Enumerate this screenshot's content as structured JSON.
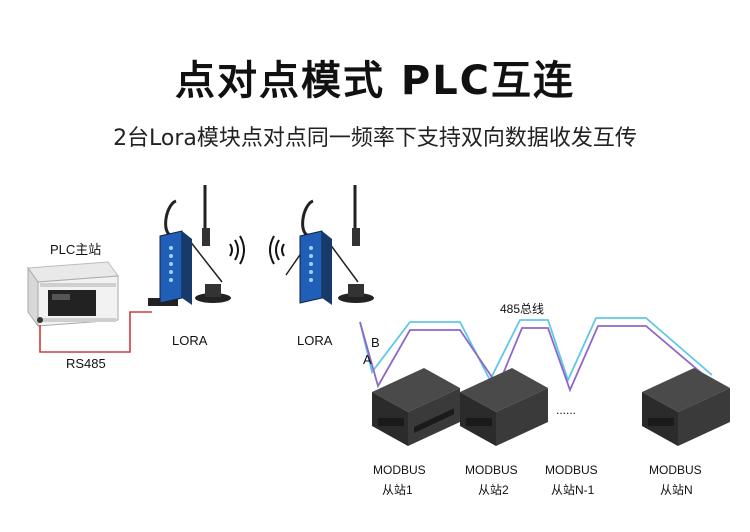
{
  "title": "点对点模式 PLC互连",
  "subtitle": "2台Lora模块点对点同一频率下支持双向数据收发互传",
  "plc": {
    "label": "PLC主站",
    "port_label": "RS485"
  },
  "lora_modules": [
    {
      "label": "LORA"
    },
    {
      "label": "LORA"
    }
  ],
  "bus": {
    "label": "485总线",
    "line_a": "A",
    "line_b": "B",
    "ellipsis": "......"
  },
  "slaves": [
    {
      "protocol": "MODBUS",
      "name": "从站1"
    },
    {
      "protocol": "MODBUS",
      "name": "从站2"
    },
    {
      "protocol": "MODBUS",
      "name": "从站N-1"
    },
    {
      "protocol": "MODBUS",
      "name": "从站N"
    }
  ],
  "colors": {
    "cable": "#d23a3a",
    "bus_a": "#8d67c9",
    "bus_b": "#5ec8e6",
    "module_blue": "#1f5fb8"
  }
}
